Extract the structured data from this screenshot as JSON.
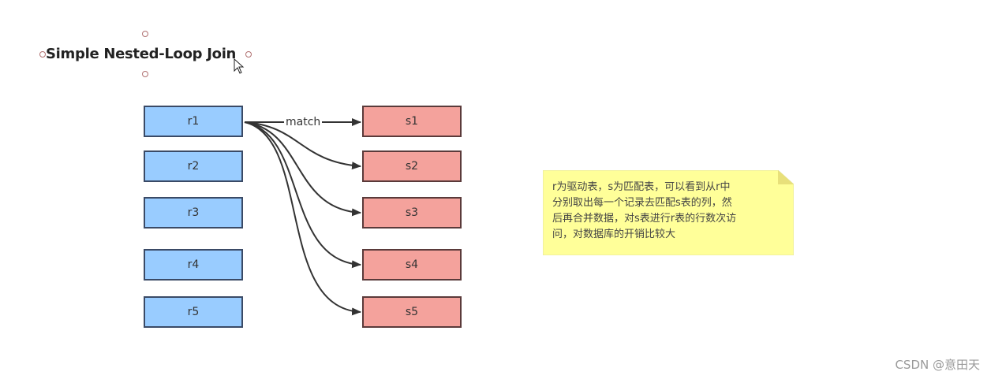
{
  "title": "Simple Nested-Loop Join",
  "left_table": {
    "rows": [
      "r1",
      "r2",
      "r3",
      "r4",
      "r5"
    ]
  },
  "right_table": {
    "rows": [
      "s1",
      "s2",
      "s3",
      "s4",
      "s5"
    ]
  },
  "edge_label": "match",
  "note": {
    "text": "r为驱动表，s为匹配表，可以看到从r中\n分别取出每一个记录去匹配s表的列，然\n后再合并数据，对s表进行r表的行数次访\n问，对数据库的开销比较大"
  },
  "watermark": "CSDN @意田天",
  "colors": {
    "r_fill": "#99ccff",
    "s_fill": "#f4a29c",
    "note_fill": "#ffff99",
    "arrow": "#333333"
  }
}
